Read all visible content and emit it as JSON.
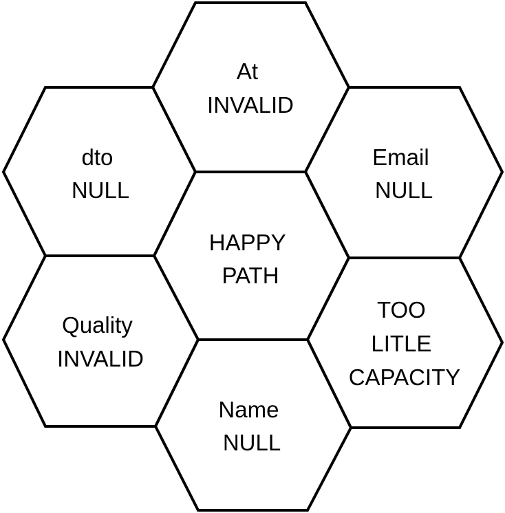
{
  "hexagons": [
    {
      "id": "at",
      "lines": [
        "At",
        "INVALID"
      ]
    },
    {
      "id": "dto",
      "lines": [
        "dto",
        "NULL"
      ]
    },
    {
      "id": "email",
      "lines": [
        "Email",
        "NULL"
      ]
    },
    {
      "id": "happy-path",
      "lines": [
        "HAPPY",
        "PATH"
      ]
    },
    {
      "id": "quality",
      "lines": [
        "Quality",
        "INVALID"
      ]
    },
    {
      "id": "too-litle-capacity",
      "lines": [
        "TOO",
        "LITLE",
        "CAPACITY"
      ]
    },
    {
      "id": "name",
      "lines": [
        "Name",
        "NULL"
      ]
    }
  ],
  "colors": {
    "stroke": "#000000",
    "fill": "#ffffff",
    "text": "#000000"
  }
}
